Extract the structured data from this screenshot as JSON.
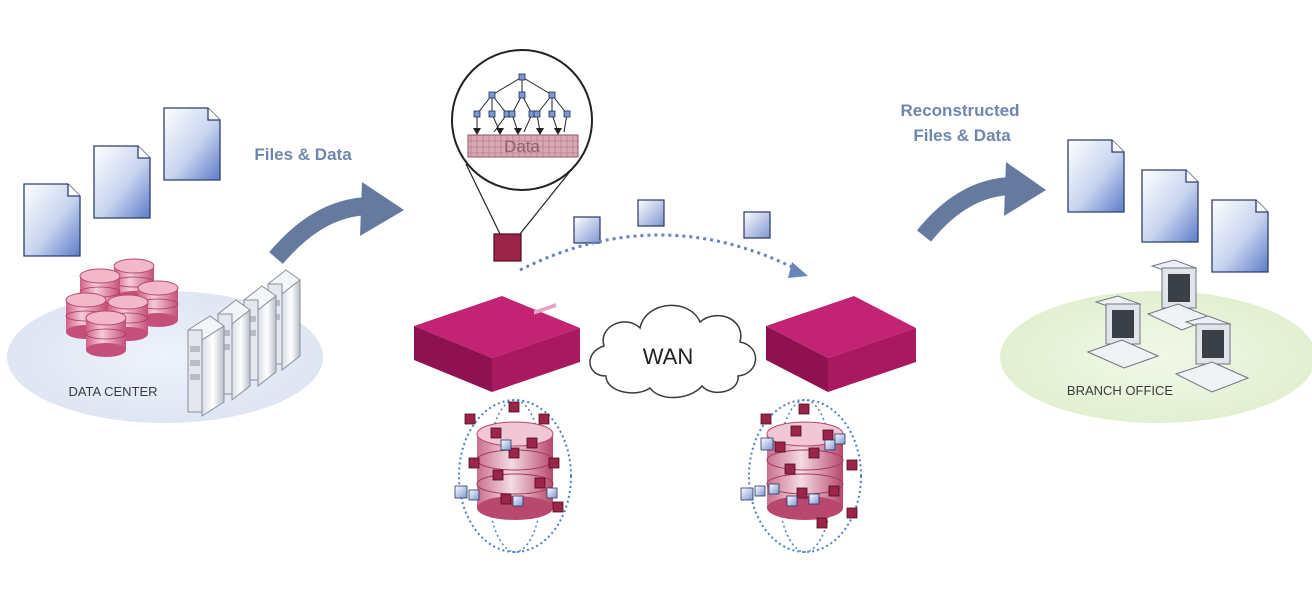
{
  "labels": {
    "files_data": "Files & Data",
    "reconstructed_line1": "Reconstructed",
    "reconstructed_line2": "Files & Data",
    "data_center": "DATA CENTER",
    "branch_office": "BRANCH OFFICE",
    "wan": "WAN",
    "zoom_text": "Data"
  },
  "colors": {
    "arrow": "#66799f",
    "file_gradient_start": "#ffffff",
    "file_gradient_end": "#5d7cc9",
    "appliance": "#b0165f",
    "appliance_dark": "#7a0d40",
    "disk_pink": "#e7a2b8",
    "data_center_ellipse": "#e3e9f5",
    "branch_office_ellipse": "#e6f2d6",
    "dot_line": "#6a85b8",
    "chunk_red": "#9b2448"
  },
  "icons": {
    "document": "document-icon",
    "database": "database-icon",
    "server": "server-rack-icon",
    "appliance": "wan-appliance-icon",
    "cloud": "cloud-icon",
    "computer": "desktop-computer-icon",
    "cache": "byte-cache-icon"
  }
}
